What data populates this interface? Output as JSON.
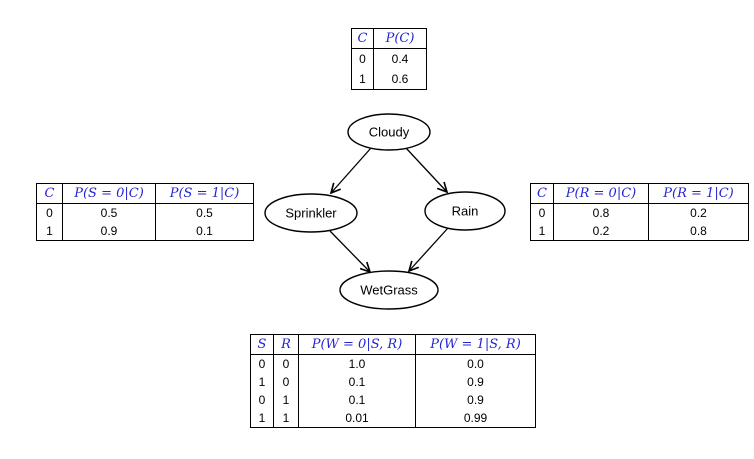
{
  "graph": {
    "nodes": [
      {
        "id": "cloudy",
        "label": "Cloudy"
      },
      {
        "id": "sprinkler",
        "label": "Sprinkler"
      },
      {
        "id": "rain",
        "label": "Rain"
      },
      {
        "id": "wetgrass",
        "label": "WetGrass"
      }
    ],
    "edges": [
      {
        "from": "Cloudy",
        "to": "Sprinkler"
      },
      {
        "from": "Cloudy",
        "to": "Rain"
      },
      {
        "from": "Sprinkler",
        "to": "WetGrass"
      },
      {
        "from": "Rain",
        "to": "WetGrass"
      }
    ]
  },
  "tables": {
    "cloudy": {
      "headers": [
        "C",
        "P(C)"
      ],
      "rows": [
        [
          "0",
          "0.4"
        ],
        [
          "1",
          "0.6"
        ]
      ]
    },
    "sprinkler": {
      "headers": [
        "C",
        "P(S = 0|C)",
        "P(S = 1|C)"
      ],
      "rows": [
        [
          "0",
          "0.5",
          "0.5"
        ],
        [
          "1",
          "0.9",
          "0.1"
        ]
      ]
    },
    "rain": {
      "headers": [
        "C",
        "P(R = 0|C)",
        "P(R = 1|C)"
      ],
      "rows": [
        [
          "0",
          "0.8",
          "0.2"
        ],
        [
          "1",
          "0.2",
          "0.8"
        ]
      ]
    },
    "wetgrass": {
      "headers": [
        "S",
        "R",
        "P(W = 0|S, R)",
        "P(W = 1|S, R)"
      ],
      "rows": [
        [
          "0",
          "0",
          "1.0",
          "0.0"
        ],
        [
          "1",
          "0",
          "0.1",
          "0.9"
        ],
        [
          "0",
          "1",
          "0.1",
          "0.9"
        ],
        [
          "1",
          "1",
          "0.01",
          "0.99"
        ]
      ]
    }
  },
  "colors": {
    "header_text": "#2424d0",
    "body_text": "#000000",
    "line": "#000000",
    "background": "#ffffff"
  }
}
